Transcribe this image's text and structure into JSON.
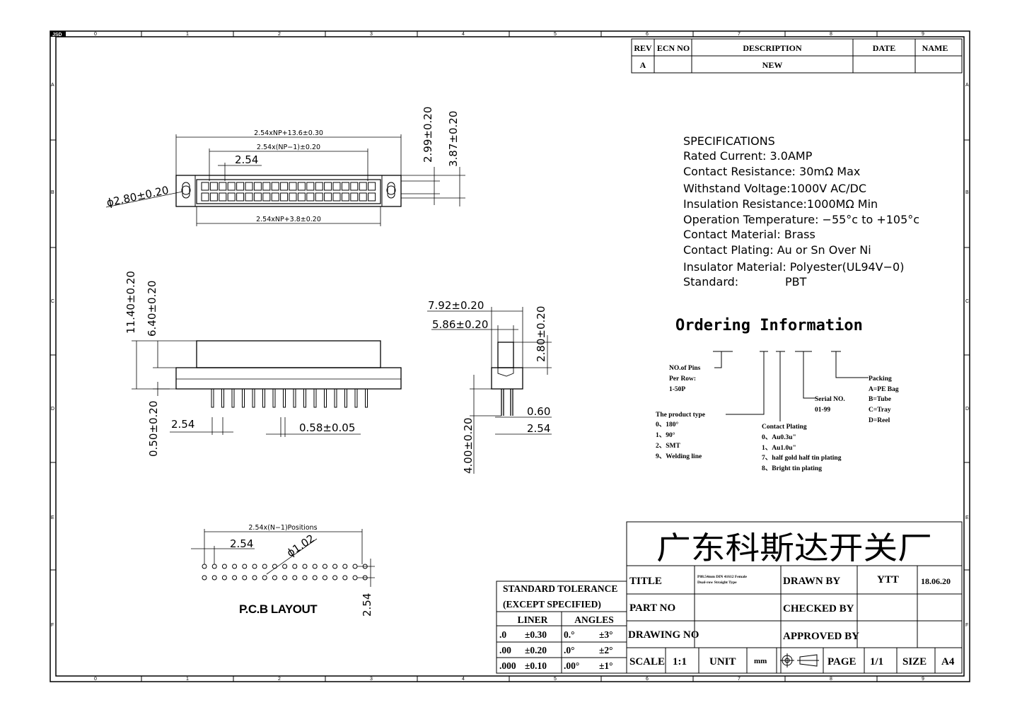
{
  "frame": {
    "corner_label": "JSD",
    "col_labels": [
      "0",
      "1",
      "2",
      "3",
      "4",
      "5",
      "6",
      "7",
      "8",
      "9"
    ],
    "row_labels": [
      "A",
      "B",
      "C",
      "D",
      "E",
      "F"
    ]
  },
  "revision_table": {
    "headers": [
      "REV",
      "ECN NO",
      "DESCRIPTION",
      "DATE",
      "NAME"
    ],
    "row": [
      "A",
      "",
      "NEW",
      "",
      ""
    ]
  },
  "specifications": {
    "heading": "SPECIFICATIONS",
    "lines": [
      "Rated Current: 3.0AMP",
      "Contact Resistance: 30mΩ Max",
      "Withstand Voltage:1000V AC/DC",
      "Insulation Resistance:1000MΩ Min",
      "Operation Temperature: −55°c to +105°c",
      "Contact Material: Brass",
      "Contact Plating: Au or Sn Over Ni",
      "Insulator Material: Polyester(UL94V−0)"
    ],
    "standard_label": "Standard:",
    "standard_value": "PBT"
  },
  "ordering": {
    "heading": "Ordering Information",
    "pins_lines": [
      "NO.of Pins",
      "Per Row:",
      "1-50P"
    ],
    "type_lines": [
      "The product type",
      "0、180°",
      "1、90°",
      "2、SMT",
      "9、Welding line"
    ],
    "plating_lines": [
      "Contact Plating",
      "0、Au0.3u\"",
      "1、Au1.0u\"",
      "7、half gold half tin plating",
      "8、Bright tin plating"
    ],
    "serial_lines": [
      "Serial NO.",
      "01-99"
    ],
    "packing_lines": [
      "Packing",
      "A=PE Bag",
      "B=Tube",
      "C=Tray",
      "D=Reel"
    ]
  },
  "dimensions": {
    "top_overall": "2.54xNP+13.6±0.30",
    "top_pitch_span": "2.54x(NP−1)±0.20",
    "top_pitch": "2.54",
    "top_hole": "ϕ2.80±0.20",
    "top_bottom": "2.54xNP+3.8±0.20",
    "top_h1": "2.99±0.20",
    "top_h2": "3.87±0.20",
    "side_h1": "11.40±0.20",
    "side_h2": "6.40±0.20",
    "side_pin_len": "0.50±0.20",
    "side_pitch": "2.54",
    "side_pin_w": "0.58±0.05",
    "end_w1": "7.92±0.20",
    "end_w2": "5.86±0.20",
    "end_h": "2.80±0.20",
    "end_pin": "0.60",
    "end_pitch": "2.54",
    "end_len": "4.00±0.20",
    "pcb_span": "2.54x(N−1)Positions",
    "pcb_pitch": "2.54",
    "pcb_hole": "ϕ1.02",
    "pcb_row": "2.54",
    "pcb_title": "P.C.B LAYOUT"
  },
  "tolerance": {
    "title1": "STANDARD TOLERANCE",
    "title2": "(EXCEPT SPECIFIED)",
    "col1": "LINER",
    "col2": "ANGLES",
    "rows": [
      [
        ".0",
        "±0.30",
        "0.°",
        "±3°"
      ],
      [
        ".00",
        "±0.20",
        ".0°",
        "±2°"
      ],
      [
        ".000",
        "±0.10",
        ".00°",
        "±1°"
      ]
    ]
  },
  "title_block": {
    "company": "广东科斯达开关厂",
    "title_label": "TITLE",
    "title_value_1": "P88.54mm DIN 41612 Female",
    "title_value_2": "Dual-row Straight Type",
    "part_label": "PART NO",
    "drawing_label": "DRAWING NO",
    "drawn_label": "DRAWN BY",
    "drawn_value": "YTT",
    "date_value": "18.06.20",
    "checked_label": "CHECKED BY",
    "approved_label": "APPROVED BY",
    "scale_label": "SCALE",
    "scale_value": "1:1",
    "unit_label": "UNIT",
    "unit_value": "mm",
    "page_label": "PAGE",
    "page_value": "1/1",
    "size_label": "SIZE",
    "size_value": "A4"
  }
}
